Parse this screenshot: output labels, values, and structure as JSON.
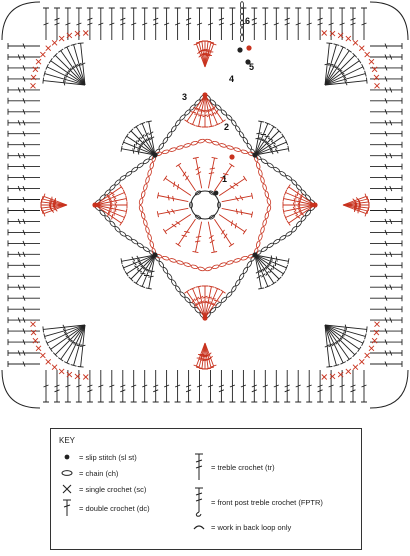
{
  "diagram": {
    "round_numbers": [
      "1",
      "2",
      "3",
      "4",
      "5",
      "6"
    ],
    "colors": {
      "black": "#222222",
      "red": "#c8321e"
    }
  },
  "key": {
    "title": "KEY",
    "items": [
      {
        "symbol": "dot-icon",
        "label": "= slip stitch (sl st)"
      },
      {
        "symbol": "oval-icon",
        "label": "= chain (ch)"
      },
      {
        "symbol": "cross-icon",
        "label": "= single crochet (sc)"
      },
      {
        "symbol": "dc-icon",
        "label": "= double crochet (dc)"
      },
      {
        "symbol": "tr-icon",
        "label": "= treble crochet (tr)"
      },
      {
        "symbol": "fptr-icon",
        "label": "= front post treble crochet (FPTR)"
      },
      {
        "symbol": "blo-icon",
        "label": "= work in back loop only"
      }
    ]
  }
}
